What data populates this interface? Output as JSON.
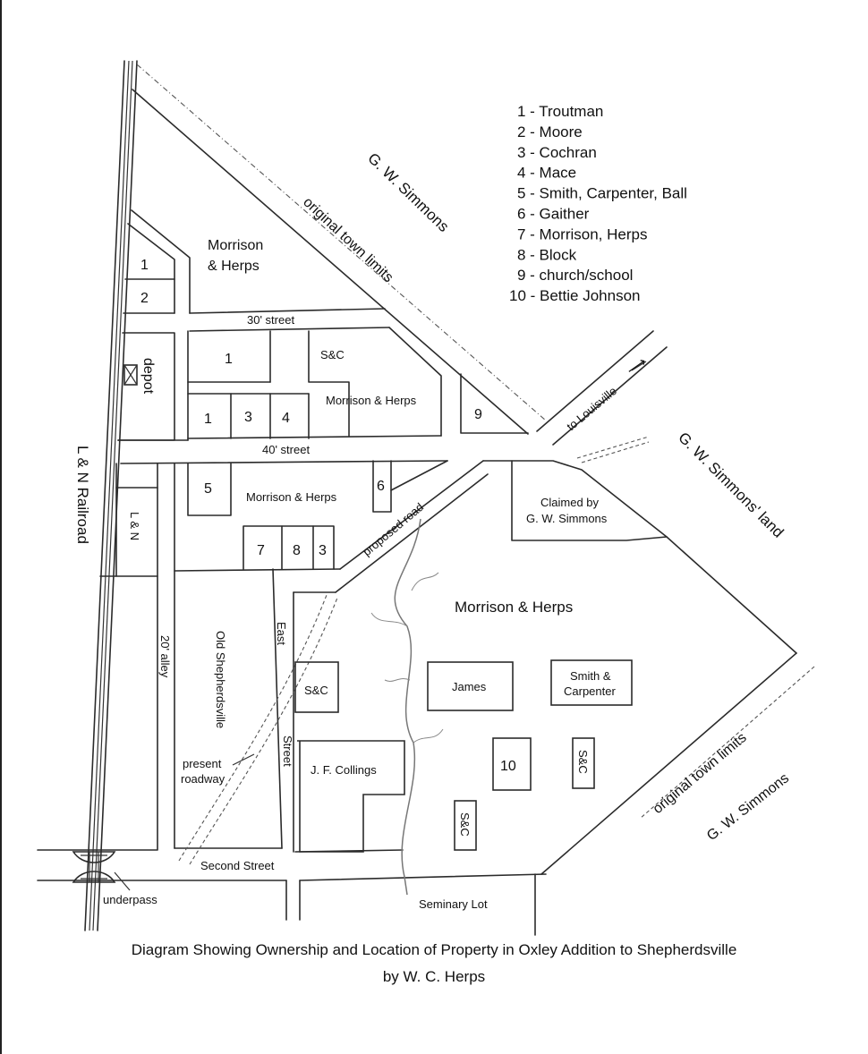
{
  "legend": [
    "1 - Troutman",
    "2 - Moore",
    "3 - Cochran",
    "4 - Mace",
    "5 - Smith, Carpenter, Ball",
    "6 - Gaither",
    "7 - Morrison, Herps",
    "8 - Block",
    "9 - church/school",
    "10 - Bettie Johnson"
  ],
  "labels": {
    "gw_simmons_top": "G. W. Simmons",
    "original_town_limits_top": "original town limits",
    "morrison_herps_nw_1": "Morrison",
    "morrison_herps_nw_2": "& Herps",
    "street_30": "30' street",
    "street_40": "40' street",
    "depot": "depot",
    "ln_railroad": "L & N Railroad",
    "ln_lot": "L & N",
    "sc": "S&C",
    "morrison_herps_mid": "Morrison & Herps",
    "morrison_herps_row": "Morrison & Herps",
    "morrison_herps_large": "Morrison & Herps",
    "proposed_road": "proposed road",
    "to_louisville": "to Louisville",
    "arrow": "⟶",
    "gw_simmons_land": "G. W. Simmons' land",
    "claimed_1": "Claimed by",
    "claimed_2": "G. W. Simmons",
    "alley_20": "20' alley",
    "old_shepherdsville": "Old Shepherdsville",
    "east": "East",
    "street": "Street",
    "present_roadway_1": "present",
    "present_roadway_2": "roadway",
    "james": "James",
    "smith_carpenter_1": "Smith &",
    "smith_carpenter_2": "Carpenter",
    "jf_collings": "J. F. Collings",
    "second_street": "Second Street",
    "underpass": "underpass",
    "seminary_lot": "Seminary Lot",
    "original_town_limits_bottom": "original town limits",
    "gw_simmons_bottom": "G. W. Simmons"
  },
  "lot_numbers": {
    "lot_1a": "1",
    "lot_2": "2",
    "lot_1b": "1",
    "lot_1c": "1",
    "lot_3a": "3",
    "lot_4": "4",
    "lot_9": "9",
    "lot_5": "5",
    "lot_6": "6",
    "lot_7": "7",
    "lot_8": "8",
    "lot_3b": "3",
    "lot_10": "10"
  },
  "caption": {
    "line1": "Diagram Showing Ownership and Location of Property in Oxley Addition to Shepherdsville",
    "line2": "by W. C. Herps"
  }
}
